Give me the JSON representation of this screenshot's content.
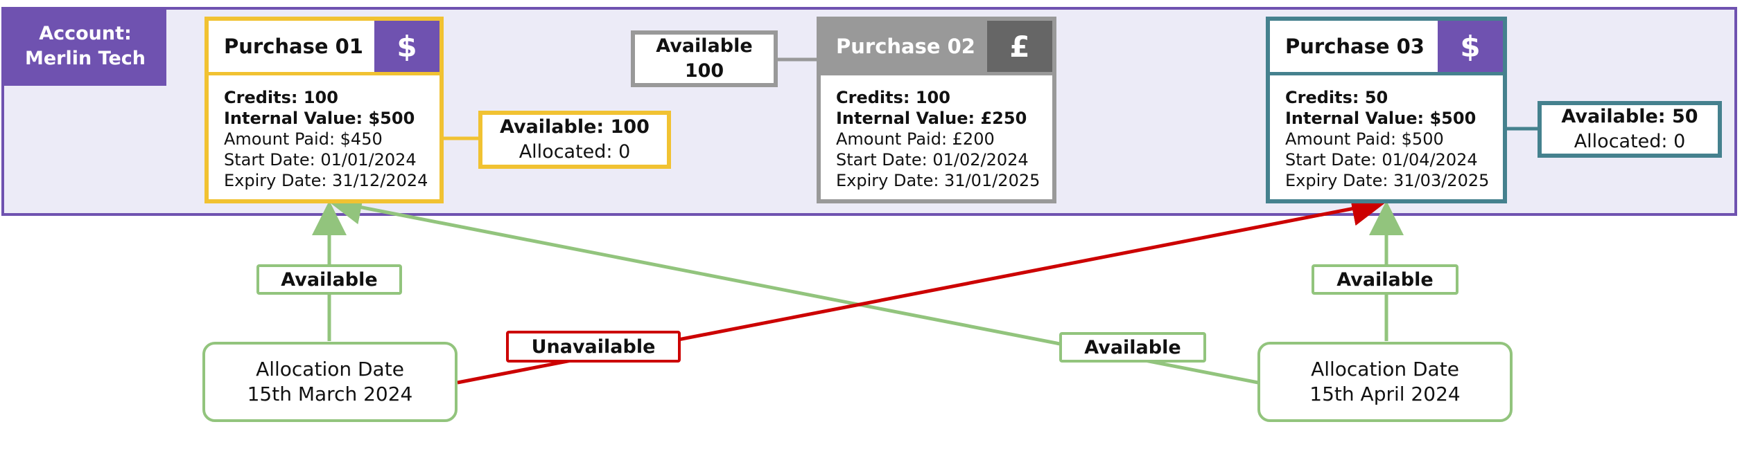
{
  "account": {
    "line1": "Account:",
    "line2": "Merlin Tech"
  },
  "purchases": [
    {
      "title": "Purchase 01",
      "currency_symbol": "$",
      "credits": "Credits: 100",
      "internal_value": "Internal Value: $500",
      "amount_paid": "Amount Paid: $450",
      "start_date": "Start Date: 01/01/2024",
      "expiry_date": "Expiry Date: 31/12/2024",
      "color": "#f1c232",
      "badge_color": "#6f52b0"
    },
    {
      "title": "Purchase 02",
      "currency_symbol": "£",
      "credits": "Credits: 100",
      "internal_value": "Internal Value: £250",
      "amount_paid": "Amount Paid: £200",
      "start_date": "Start Date: 01/02/2024",
      "expiry_date": "Expiry Date: 31/01/2025",
      "color": "#999999",
      "badge_color": "#666666"
    },
    {
      "title": "Purchase 03",
      "currency_symbol": "$",
      "credits": "Credits: 50",
      "internal_value": "Internal Value: $500",
      "amount_paid": "Amount Paid: $500",
      "start_date": "Start Date: 01/04/2024",
      "expiry_date": "Expiry Date: 31/03/2025",
      "color": "#45818e",
      "badge_color": "#6f52b0"
    }
  ],
  "availability": [
    {
      "line1": "Available: 100",
      "line2": "Allocated: 0"
    },
    {
      "line1": "Available",
      "line2": "100"
    },
    {
      "line1": "Available: 50",
      "line2": "Allocated: 0"
    }
  ],
  "allocations": [
    {
      "line1": "Allocation Date",
      "line2": "15th March 2024"
    },
    {
      "line1": "Allocation Date",
      "line2": "15th April 2024"
    }
  ],
  "edge_labels": {
    "march_to_p1": "Available",
    "march_to_p3": "Unavailable",
    "april_to_p3": "Available",
    "april_to_p1": "Available"
  },
  "colors": {
    "available": "#92c47d",
    "unavailable": "#cc0000",
    "account": "#6f52b0",
    "account_bg": "#ecebf7"
  }
}
